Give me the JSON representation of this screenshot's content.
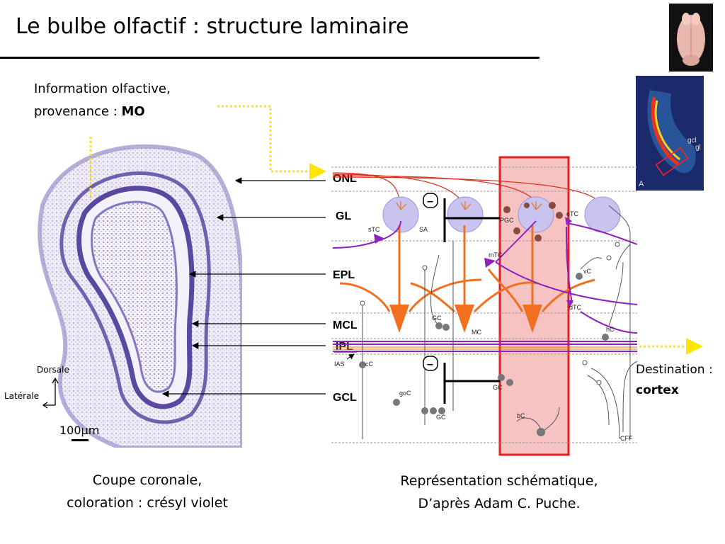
{
  "title": "Le bulbe olfactif : structure laminaire",
  "input": {
    "line1": "Information olfactive,",
    "line2_prefix": "provenance : ",
    "line2_bold": "MO"
  },
  "output": {
    "line1": "Destination :",
    "line2": "cortex"
  },
  "orientation": {
    "dorsal": "Dorsale",
    "lateral": "Latérale"
  },
  "scale_bar": "100µm",
  "layers": [
    "ONL",
    "GL",
    "EPL",
    "MCL",
    "IPL",
    "GCL"
  ],
  "cell_labels": {
    "stc": "sTC",
    "sa": "SA",
    "pgc": "PGC",
    "etc": "eTC",
    "mtc": "mTC",
    "vc": "vC",
    "dtc": "dTC",
    "gc_upper": "GC",
    "mc": "MC",
    "hc": "hC",
    "ias": "IAS",
    "cc": "cC",
    "goc": "goC",
    "gc_lower1": "GC",
    "gc_lower2": "GC",
    "bc": "bC",
    "cff": "CFF"
  },
  "inhibition_sign": "–",
  "inset_labels": {
    "gcl": "gcl",
    "gl": "gl",
    "a": "A"
  },
  "caption_left": {
    "line1": "Coupe coronale,",
    "line2": "coloration : crésyl violet"
  },
  "caption_right": {
    "line1": "Représentation schématique,",
    "line2": "D’après Adam C. Puche."
  },
  "colors": {
    "highlight_red": "#e02020",
    "highlight_fill": "#f7c2c2",
    "dotted_yellow": "#ffe600",
    "mitral_orange": "#f07020",
    "tufted_purple": "#9020c0",
    "stain_violet": "#7060b0"
  }
}
